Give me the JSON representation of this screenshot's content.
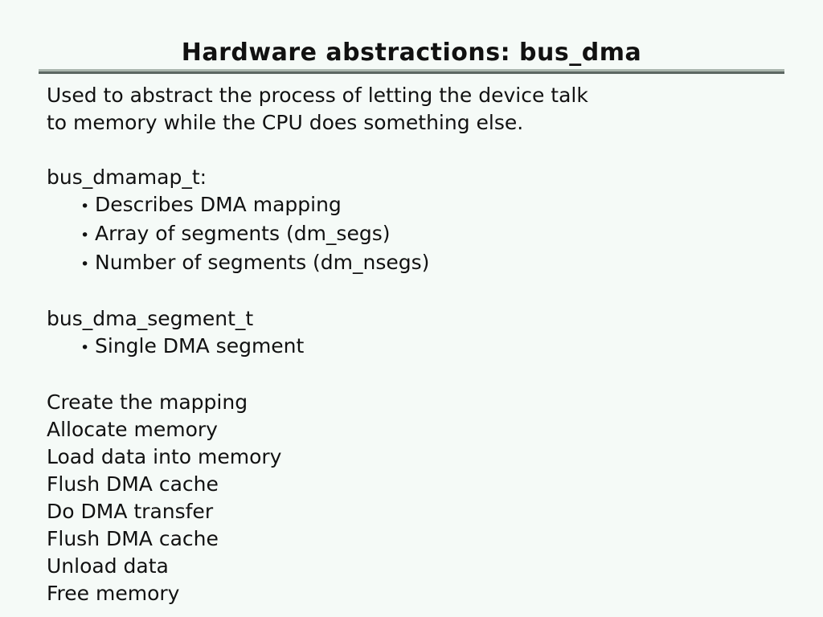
{
  "slide": {
    "title": "Hardware abstractions: bus_dma",
    "background_color": "#f5faf7",
    "text_color": "#111111",
    "rule_highlight_color": "#a9b5ad",
    "rule_shadow_color": "#5c6762",
    "bullet_glyph": "•",
    "intro": [
      "Used to abstract the process of letting the device talk",
      "to memory while the CPU does something else."
    ],
    "sections": [
      {
        "heading": "bus_dmamap_t:",
        "bullets": [
          "Describes DMA mapping",
          "Array of segments (dm_segs)",
          "Number of segments (dm_nsegs)"
        ]
      },
      {
        "heading": "bus_dma_segment_t",
        "bullets": [
          "Single DMA segment"
        ]
      }
    ],
    "steps": [
      "Create the mapping",
      "Allocate memory",
      "Load data into memory",
      "Flush DMA cache",
      "Do DMA transfer",
      "Flush DMA cache",
      "Unload data",
      "Free memory"
    ]
  }
}
